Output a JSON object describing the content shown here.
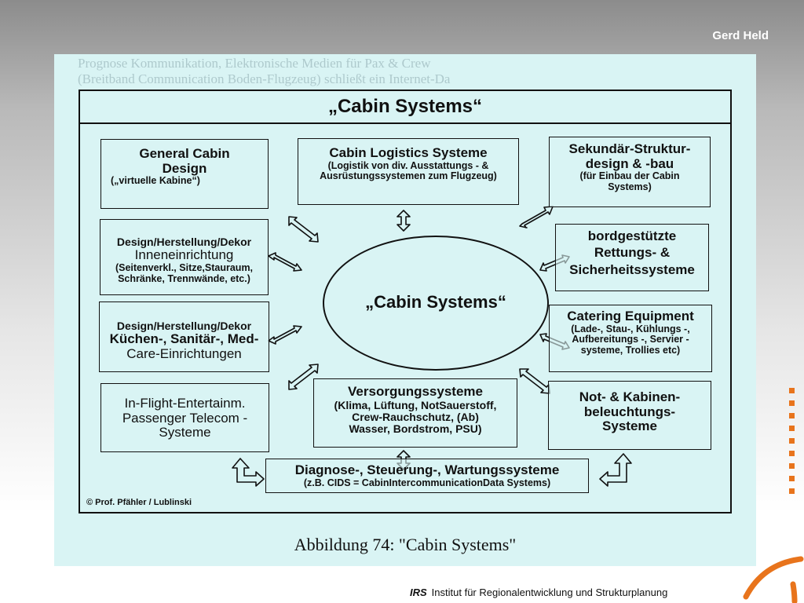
{
  "header": {
    "author": "Gerd Held"
  },
  "diagram": {
    "title": "„Cabin Systems“",
    "center": "„Cabin Systems“",
    "boxes": {
      "general_cabin": {
        "line1": "General Cabin",
        "line2": "Design",
        "sub": "(„virtuelle Kabine“)"
      },
      "cabin_logistics": {
        "line1": "Cabin Logistics Systeme",
        "sub1": "(Logistik von div. Ausstattungs - &",
        "sub2": "Ausrüstungssystemen zum Flugzeug)"
      },
      "sekundaer": {
        "line1": "Sekundär-Struktur-",
        "line2": "design & -bau",
        "sub1": "(für Einbau der Cabin",
        "sub2": "Systems)"
      },
      "innen": {
        "line1": "Design/Herstellung/Dekor",
        "line2": "Inneneinrichtung",
        "sub1": "(Seitenverkl., Sitze,Stauraum,",
        "sub2": "Schränke, Trennwände, etc.)"
      },
      "rettung": {
        "line1": "bordgestützte",
        "line2": "Rettungs- &",
        "line3": "Sicherheitssysteme"
      },
      "kuechen": {
        "line1": "Design/Herstellung/Dekor",
        "line2": "Küchen-, Sanitär-, Med-",
        "line3": "Care-Einrichtungen"
      },
      "catering": {
        "line1": "Catering Equipment",
        "sub1": "(Lade-, Stau-, Kühlungs -,",
        "sub2": "Aufbereitungs -, Servier -",
        "sub3": "systeme,  Trollies etc)"
      },
      "inflight": {
        "line1": "In-Flight-Entertainm.",
        "line2": "Passenger Telecom -",
        "line3": "Systeme"
      },
      "versorgung": {
        "line1": "Versorgungssysteme",
        "line2": "(Klima, Lüftung, NotSauerstoff,",
        "line3": "Crew-Rauchschutz, (Ab)",
        "line4": "Wasser, Bordstrom, PSU)"
      },
      "notkabinen": {
        "line1": "Not- & Kabinen-",
        "line2": "beleuchtungs-",
        "line3": "Systeme"
      },
      "diagnose": {
        "line1": "Diagnose-, Steuerung-, Wartungssysteme",
        "sub": "(z.B. CIDS = CabinIntercommunicationData Systems)"
      }
    },
    "copyright": "© Prof. Pfähler / Lublinski"
  },
  "caption": "Abbildung 74: \"Cabin Systems\"",
  "footer": {
    "org_abbr": "IRS",
    "org_name": "Institut für Regionalentwicklung und Strukturplanung"
  },
  "colors": {
    "accent": "#e8741c",
    "scan_bg": "#d9f4f4"
  }
}
